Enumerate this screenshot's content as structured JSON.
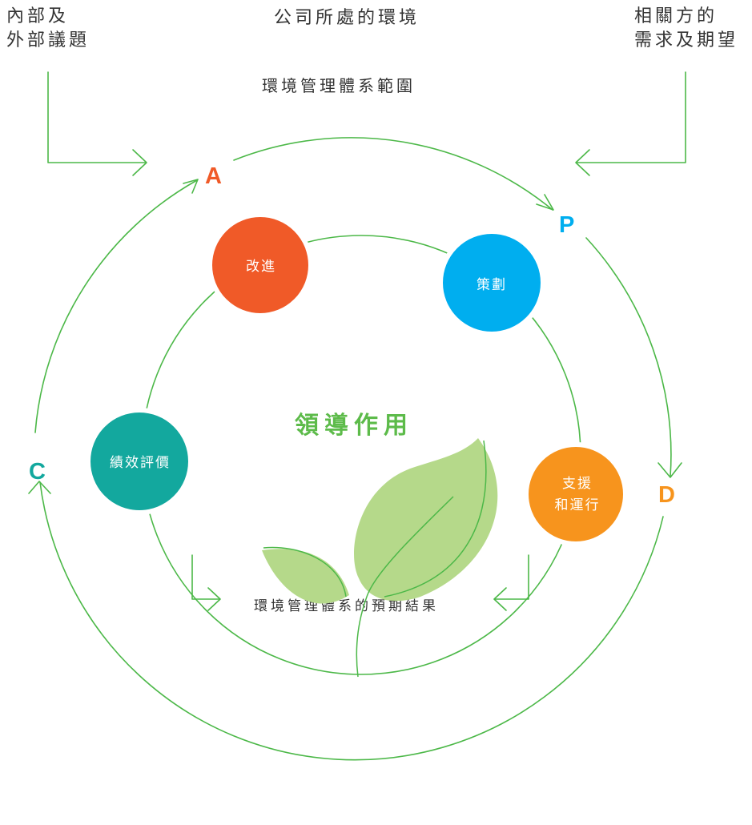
{
  "labels": {
    "internal_external_line1": "內部及",
    "internal_external_line2": "外部議題",
    "context": "公司所處的環境",
    "interested_line1": "相關方的",
    "interested_line2": "需求及期望",
    "scope": "環境管理體系範圍",
    "outcomes": "環境管理體系的預期結果",
    "leadership": "領導作用"
  },
  "pdca": {
    "A": "A",
    "P": "P",
    "C": "C",
    "D": "D"
  },
  "stages": {
    "improve": "改進",
    "plan": "策劃",
    "evaluate": "績效評價",
    "support_line1": "支援",
    "support_line2": "和運行"
  },
  "colors": {
    "line_green": "#4cb848",
    "leaf_green": "#b5d98a",
    "leadership_text": "#5dbb4a",
    "act": "#f05a28",
    "plan": "#00aeef",
    "check": "#13a89e",
    "do": "#f7941d",
    "text": "#333333"
  }
}
